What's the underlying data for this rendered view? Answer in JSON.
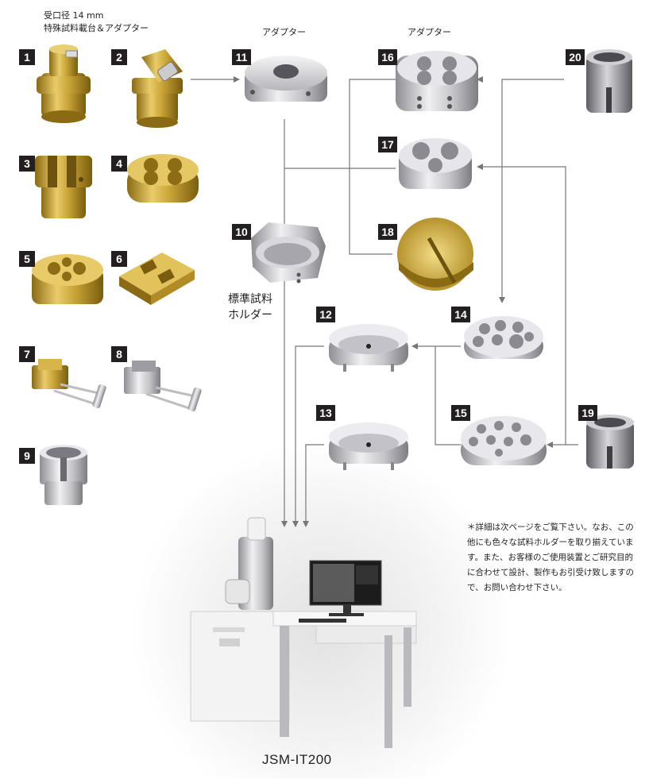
{
  "header": {
    "line1": "受口径 14 mm",
    "line2": "特殊試料載台＆アダプター",
    "adapter_label_a": "アダプター",
    "adapter_label_b": "アダプター"
  },
  "badges": [
    "1",
    "2",
    "3",
    "4",
    "5",
    "6",
    "7",
    "8",
    "9",
    "10",
    "11",
    "12",
    "13",
    "14",
    "15",
    "16",
    "17",
    "18",
    "19",
    "20"
  ],
  "holder": {
    "line1": "標準試料",
    "line2": "ホルダー"
  },
  "note": "＊詳細は次ページをご覧下さい。なお、この他にも色々な試料ホルダーを取り揃えています。また、お客様のご使用装置とご研究目的に合わせて設計、製作もお引受け致しますので、お問い合わせ下さい。",
  "model": "JSM-IT200",
  "colors": {
    "brass": "#c9a437",
    "silver": "#c8c8cc",
    "line": "#777777",
    "badge": "#231f20"
  }
}
